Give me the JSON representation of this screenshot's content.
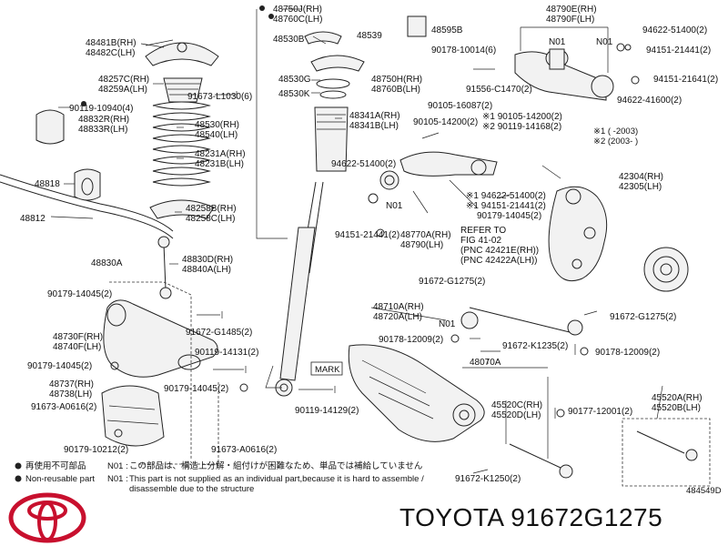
{
  "labels": [
    {
      "id": "l1",
      "text": "48750J(RH)"
    },
    {
      "id": "l2",
      "text": "48760C(LH)"
    },
    {
      "id": "l3",
      "text": "48595B"
    },
    {
      "id": "l4",
      "text": "48530B"
    },
    {
      "id": "l5",
      "text": "48539"
    },
    {
      "id": "l6",
      "text": "90178-10014(6)"
    },
    {
      "id": "l7",
      "text": "48790E(RH)"
    },
    {
      "id": "l8",
      "text": "48790F(LH)"
    },
    {
      "id": "l9",
      "text": "N01"
    },
    {
      "id": "l10",
      "text": "N01"
    },
    {
      "id": "l11",
      "text": "94622-51400(2)"
    },
    {
      "id": "l12",
      "text": "94151-21441(2)"
    },
    {
      "id": "l13",
      "text": "94151-21641(2)"
    },
    {
      "id": "l14",
      "text": "94622-41600(2)"
    },
    {
      "id": "l15",
      "text": "48481B(RH)"
    },
    {
      "id": "l16",
      "text": "48482C(LH)"
    },
    {
      "id": "l17",
      "text": "48530G"
    },
    {
      "id": "l18",
      "text": "48530K"
    },
    {
      "id": "l19",
      "text": "48750H(RH)"
    },
    {
      "id": "l20",
      "text": "48760B(LH)"
    },
    {
      "id": "l21",
      "text": "91556-C1470(2)"
    },
    {
      "id": "l22",
      "text": "90105-16087(2)"
    },
    {
      "id": "l23",
      "text": "90105-14200(2)"
    },
    {
      "id": "l24",
      "text": "※1 90105-14200(2)"
    },
    {
      "id": "l25",
      "text": "※2 90119-14168(2)"
    },
    {
      "id": "l26",
      "text": "48257C(RH)"
    },
    {
      "id": "l27",
      "text": "48259A(LH)"
    },
    {
      "id": "l28",
      "text": "91673-L1030(6)"
    },
    {
      "id": "l29",
      "text": "90119-10940(4)"
    },
    {
      "id": "l30",
      "text": "48832R(RH)"
    },
    {
      "id": "l31",
      "text": "48833R(LH)"
    },
    {
      "id": "l32",
      "text": "48530(RH)"
    },
    {
      "id": "l33",
      "text": "48540(LH)"
    },
    {
      "id": "l34",
      "text": "48341A(RH)"
    },
    {
      "id": "l35",
      "text": "48341B(LH)"
    },
    {
      "id": "l36",
      "text": "48231A(RH)"
    },
    {
      "id": "l37",
      "text": "48231B(LH)"
    },
    {
      "id": "l38",
      "text": "※1 (     -2003)"
    },
    {
      "id": "l39",
      "text": "※2 (2003-     )"
    },
    {
      "id": "l40",
      "text": "42304(RH)"
    },
    {
      "id": "l41",
      "text": "42305(LH)"
    },
    {
      "id": "l42",
      "text": "48818"
    },
    {
      "id": "l43",
      "text": "94622-51400(2)"
    },
    {
      "id": "l44",
      "text": "48258B(RH)"
    },
    {
      "id": "l45",
      "text": "48258C(LH)"
    },
    {
      "id": "l46",
      "text": "※1 94622-51400(2)"
    },
    {
      "id": "l47",
      "text": "※1 94151-21441(2)"
    },
    {
      "id": "l48",
      "text": "90179-14045(2)"
    },
    {
      "id": "l49",
      "text": "48812"
    },
    {
      "id": "l50",
      "text": "N01"
    },
    {
      "id": "l51",
      "text": "94151-21441(2)"
    },
    {
      "id": "l52",
      "text": "48770A(RH)"
    },
    {
      "id": "l53",
      "text": "48790(LH)"
    },
    {
      "id": "l54",
      "text": "REFER TO"
    },
    {
      "id": "l55",
      "text": "FIG 41-02"
    },
    {
      "id": "l56",
      "text": "(PNC 42421E(RH))"
    },
    {
      "id": "l57",
      "text": "(PNC 42422A(LH))"
    },
    {
      "id": "l58",
      "text": "48830D(RH)"
    },
    {
      "id": "l59",
      "text": "48840A(LH)"
    },
    {
      "id": "l60",
      "text": "48830A"
    },
    {
      "id": "l61",
      "text": "91672-G1275(2)"
    },
    {
      "id": "l62",
      "text": "90179-14045(2)"
    },
    {
      "id": "l63",
      "text": "48710A(RH)"
    },
    {
      "id": "l64",
      "text": "48720A(LH)"
    },
    {
      "id": "l65",
      "text": "N01"
    },
    {
      "id": "l66",
      "text": "91672-G1485(2)"
    },
    {
      "id": "l67",
      "text": "91672-G1275(2)"
    },
    {
      "id": "l68",
      "text": "48730F(RH)"
    },
    {
      "id": "l69",
      "text": "48740F(LH)"
    },
    {
      "id": "l70",
      "text": "90178-12009(2)"
    },
    {
      "id": "l71",
      "text": "91672-K1235(2)"
    },
    {
      "id": "l72",
      "text": "90178-12009(2)"
    },
    {
      "id": "l73",
      "text": "90119-14131(2)"
    },
    {
      "id": "l74",
      "text": "90179-14045(2)"
    },
    {
      "id": "l75",
      "text": "MARK"
    },
    {
      "id": "l76",
      "text": "48070A"
    },
    {
      "id": "l77",
      "text": "48737(RH)"
    },
    {
      "id": "l78",
      "text": "48738(LH)"
    },
    {
      "id": "l79",
      "text": "90179-14045(2)"
    },
    {
      "id": "l80",
      "text": "45520C(RH)"
    },
    {
      "id": "l81",
      "text": "45520D(LH)"
    },
    {
      "id": "l82",
      "text": "45520A(RH)"
    },
    {
      "id": "l83",
      "text": "45520B(LH)"
    },
    {
      "id": "l84",
      "text": "91673-A0616(2)"
    },
    {
      "id": "l85",
      "text": "90119-14129(2)"
    },
    {
      "id": "l86",
      "text": "90177-12001(2)"
    },
    {
      "id": "l87",
      "text": "90179-10212(2)"
    },
    {
      "id": "l88",
      "text": "91673-A0616(2)"
    },
    {
      "id": "l89",
      "text": "91672-K1250(2)"
    },
    {
      "id": "l90",
      "text": "484549D"
    }
  ],
  "legend": {
    "reuse": "再使用不可部品",
    "nonreuse": "Non-reusable part",
    "n01_label": "N01 :",
    "n01_jp": "この部品は、構造上分解・組付けが困難なため、単品では補給していません",
    "n01_en": "This part is not supplied as an individual part,because it is hard to assemble /",
    "n01_en2": "disassemble due to the structure"
  },
  "footer": {
    "brand_text": "TOYOTA 91672G1275"
  },
  "colors": {
    "logo": "#c8102e",
    "ink": "#111111"
  }
}
